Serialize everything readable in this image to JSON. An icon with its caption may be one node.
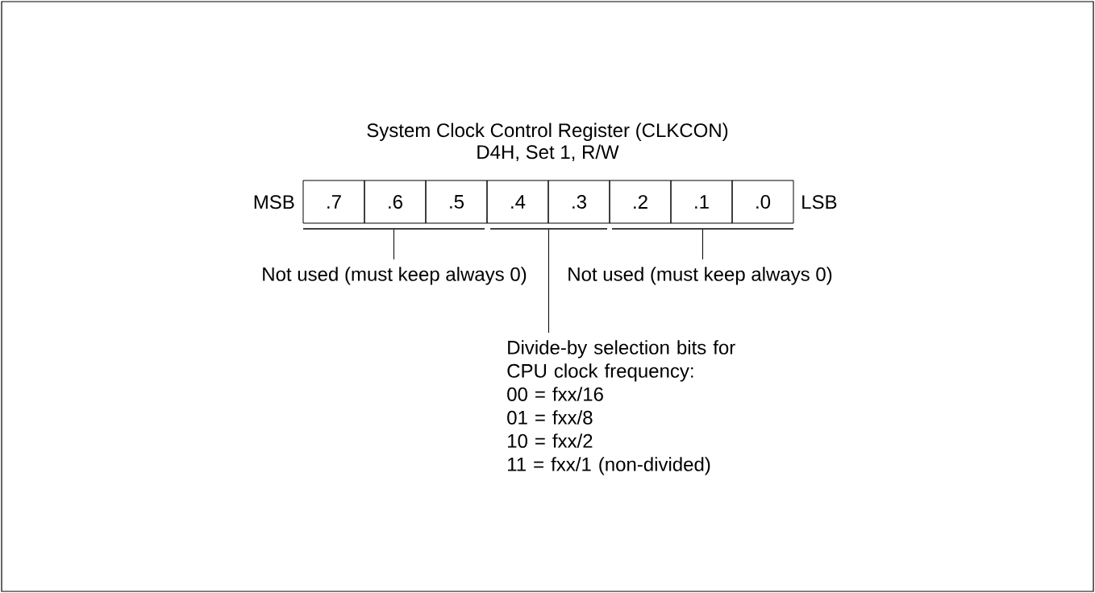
{
  "diagram": {
    "title": "System Clock Control Register (CLKCON)",
    "nodes": [
      {
        "text": [
          ".7"
        ]
      },
      {
        "text": [
          ".6"
        ]
      },
      {
        "text": [
          ".5"
        ]
      },
      {
        "text": [
          ".4"
        ]
      },
      {
        "text": [
          ".3"
        ]
      },
      {
        "text": [
          ".2"
        ]
      },
      {
        "text": [
          ".1"
        ]
      },
      {
        "text": [
          ".0"
        ]
      },
      {
        "text": [],
        "shape": "bar"
      },
      {
        "text": [],
        "shape": "bar"
      },
      {
        "text": [],
        "shape": "bar"
      },
      {
        "text": [
          "Not used (must keep always 0)"
        ]
      },
      {
        "text": [
          "Not used (must keep always 0)"
        ]
      },
      {
        "text": [
          "Divide-by selection bits for CPU clock frequency:",
          "00 = fxx/16",
          "01 = fxx/8",
          "10 = fxx/2",
          "11 = fxx/1 (non-divided)"
        ]
      }
    ],
    "edges": [
      {
        "from": 11,
        "to": 8,
        "arrow": "none"
      },
      {
        "from": 13,
        "to": 9,
        "arrow": "none"
      },
      {
        "from": 12,
        "to": 10,
        "arrow": "none"
      }
    ],
    "labels": [
      "D4H, Set 1, R/W",
      "MSB",
      "LSB"
    ]
  }
}
